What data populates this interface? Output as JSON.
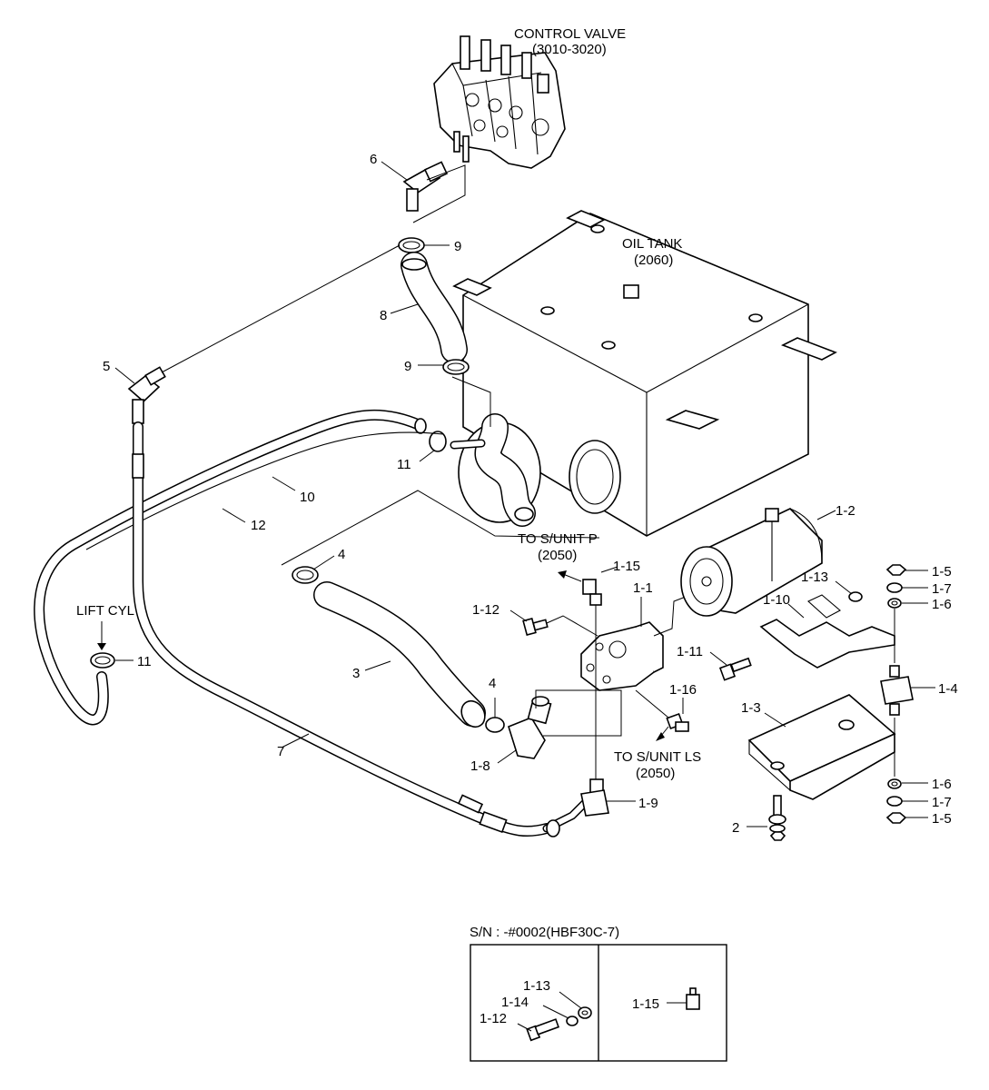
{
  "labels": {
    "control_valve": "CONTROL VALVE",
    "control_valve_ref": "(3010-3020)",
    "oil_tank": "OIL TANK",
    "oil_tank_ref": "(2060)",
    "to_sunit_p": "TO S/UNIT P",
    "to_sunit_p_ref": "(2050)",
    "to_sunit_ls": "TO S/UNIT LS",
    "to_sunit_ls_ref": "(2050)",
    "lift_cyl": "LIFT CYL"
  },
  "callouts": {
    "p6": "6",
    "p9a": "9",
    "p8": "8",
    "p9b": "9",
    "p5": "5",
    "p11a": "11",
    "p10": "10",
    "p12": "12",
    "p4a": "4",
    "p1_15": "1-15",
    "p1_1": "1-1",
    "p1_2": "1-2",
    "p1_12": "1-12",
    "p1_13": "1-13",
    "p1_10": "1-10",
    "p1_5a": "1-5",
    "p1_7a": "1-7",
    "p1_6a": "1-6",
    "p11b": "11",
    "p3": "3",
    "p4b": "4",
    "p1_11": "1-11",
    "p1_16": "1-16",
    "p1_4": "1-4",
    "p1_3": "1-3",
    "p7": "7",
    "p1_8": "1-8",
    "p1_9": "1-9",
    "p1_6b": "1-6",
    "p1_7b": "1-7",
    "p2": "2",
    "p1_5b": "1-5"
  },
  "inset": {
    "serial": "S/N : -#0002(HBF30C-7)",
    "p1_13": "1-13",
    "p1_14": "1-14",
    "p1_12": "1-12",
    "p1_15": "1-15"
  }
}
